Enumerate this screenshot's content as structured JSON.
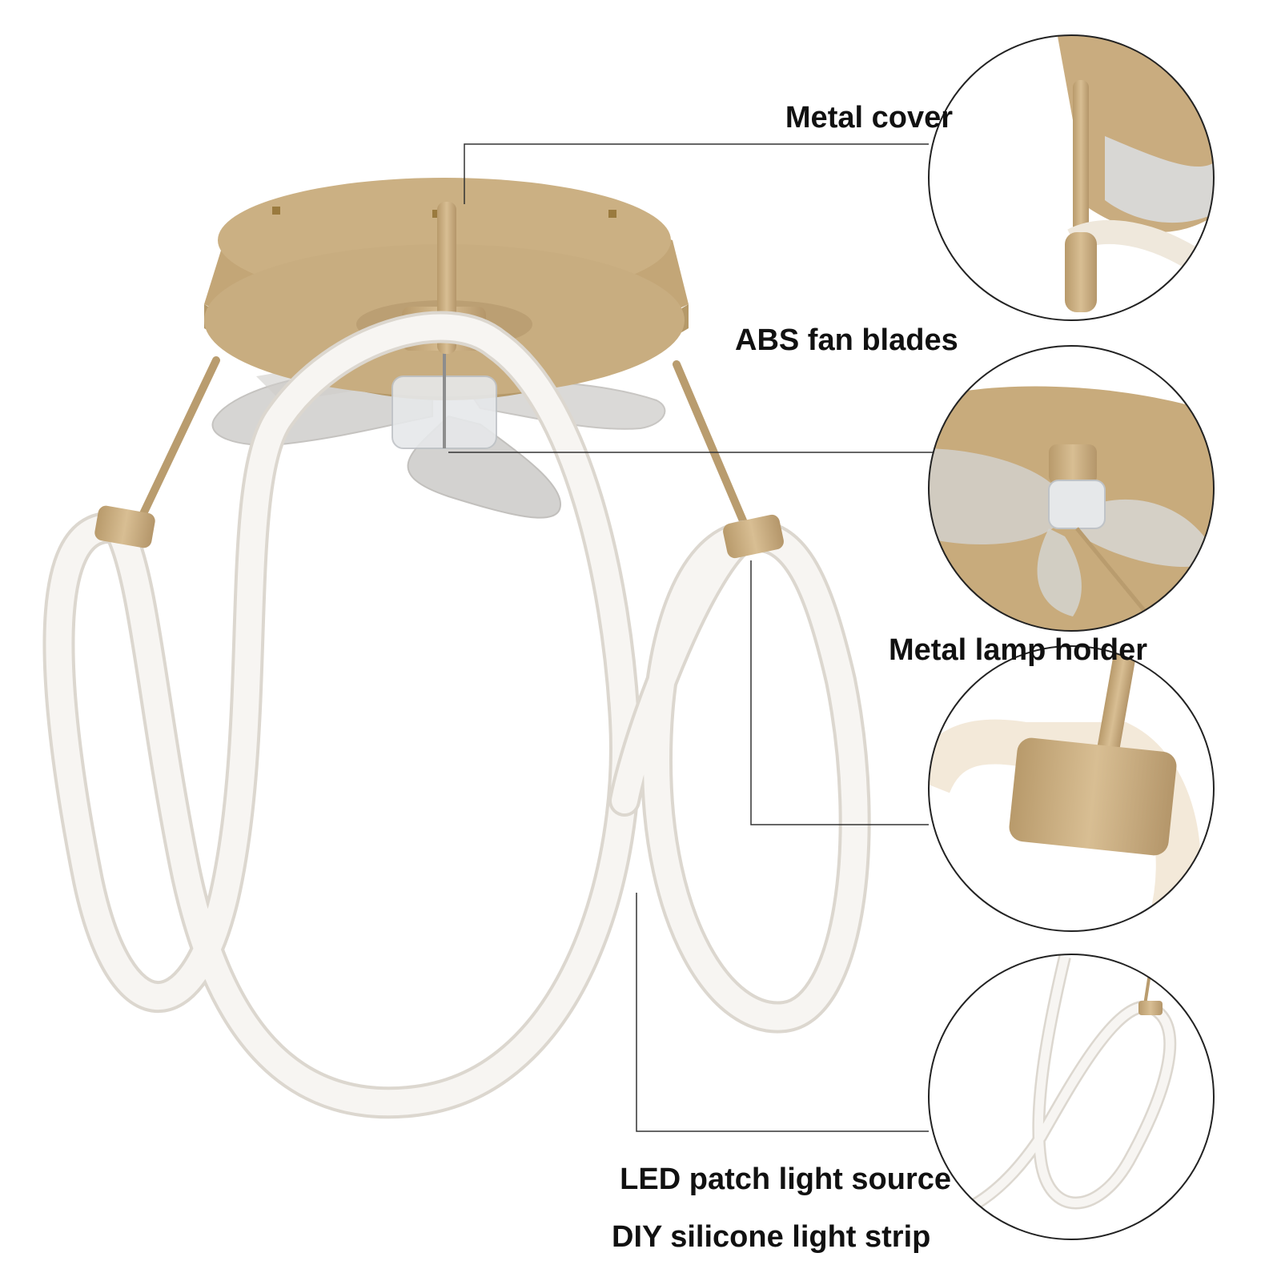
{
  "labels": {
    "metal_cover": "Metal cover",
    "abs_fan_blades": "ABS fan blades",
    "metal_lamp_holder": "Metal lamp holder",
    "led_patch_light_source": "LED patch light source",
    "diy_silicone_light_strip": "DIY silicone light strip"
  },
  "colors": {
    "gold": "#c9ac7f",
    "gold_dark": "#a88a5c",
    "silicone": "#f6f4f1",
    "silicone_edge": "#dcd7cf",
    "blade": "#d9d8d6",
    "callout_line": "#333333",
    "circle_border": "#222222"
  }
}
